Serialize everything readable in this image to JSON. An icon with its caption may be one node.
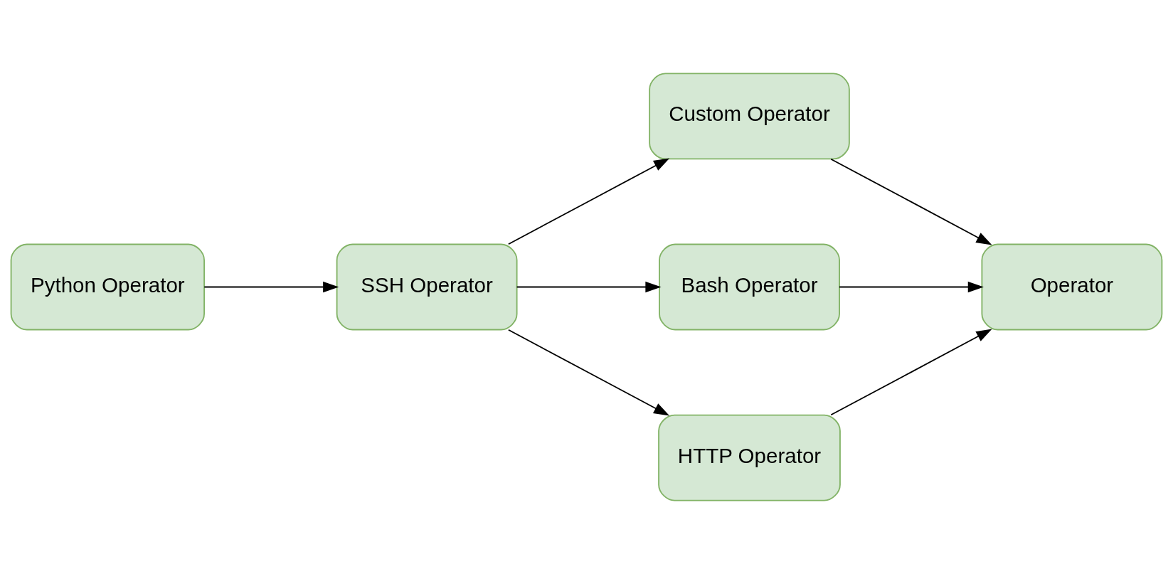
{
  "diagram": {
    "nodes": [
      {
        "text": [
          "Python Operator"
        ]
      },
      {
        "text": [
          "SSH Operator"
        ]
      },
      {
        "text": [
          "Custom Operator"
        ]
      },
      {
        "text": [
          "Bash Operator"
        ]
      },
      {
        "text": [
          "HTTP Operator"
        ]
      },
      {
        "text": [
          "Operator"
        ]
      }
    ],
    "edges": [
      {
        "from": 0,
        "to": 1,
        "arrow": "to"
      },
      {
        "from": 1,
        "to": 2,
        "arrow": "to"
      },
      {
        "from": 1,
        "to": 3,
        "arrow": "to"
      },
      {
        "from": 1,
        "to": 4,
        "arrow": "to"
      },
      {
        "from": 2,
        "to": 5,
        "arrow": "to"
      },
      {
        "from": 3,
        "to": 5,
        "arrow": "to"
      },
      {
        "from": 4,
        "to": 5,
        "arrow": "to"
      }
    ]
  }
}
